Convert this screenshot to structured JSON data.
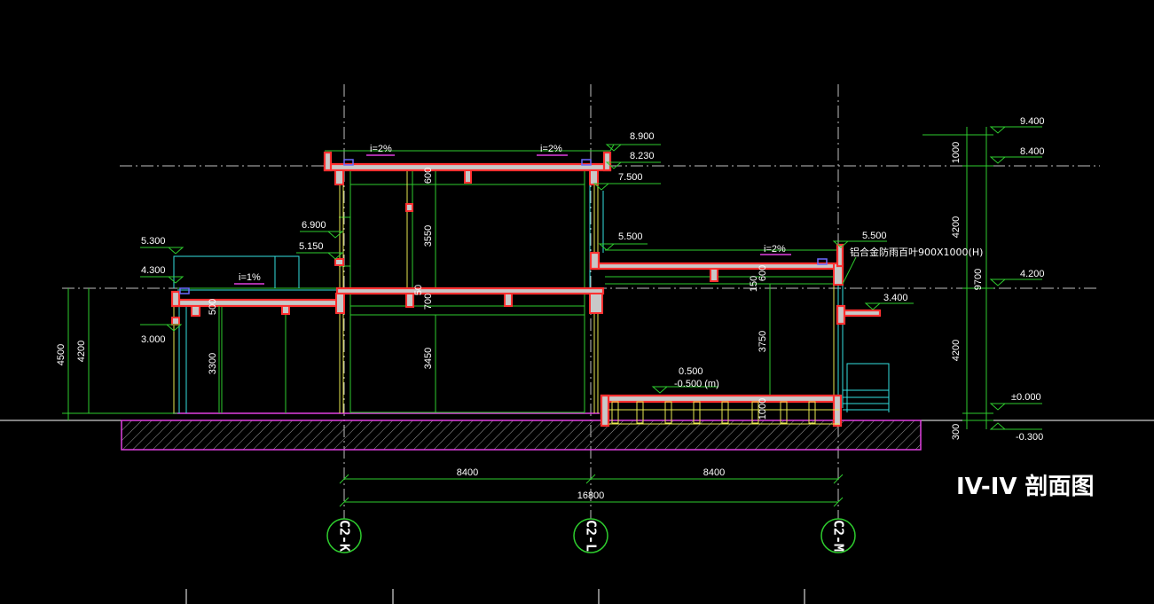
{
  "title": "IV-IV 剖面图",
  "axes": [
    {
      "label": "C2-K"
    },
    {
      "label": "C2-L"
    },
    {
      "label": "C2-M"
    }
  ],
  "note": "铝合金防雨百叶900X1000(H)",
  "elevations": {
    "e8900": "8.900",
    "e8230": "8.230",
    "e7500": "7.500",
    "e6900": "6.900",
    "e5500a": "5.500",
    "e5500b": "5.500",
    "e5300": "5.300",
    "e5150": "5.150",
    "e4300": "4.300",
    "e3000": "3.000",
    "e3400": "3.400",
    "e0500": "0.500",
    "em0500": "-0.500 (m)",
    "e9400": "9.400",
    "e8400": "8.400",
    "e4200": "4.200",
    "e0000": "±0.000",
    "em0300": "-0.300"
  },
  "slopes": {
    "s1": "i=2%",
    "s2": "i=2%",
    "s3": "i=2%",
    "s4": "i=1%"
  },
  "dims": {
    "d8400a": "8400",
    "d8400b": "8400",
    "d16800": "16800",
    "l4500": "4500",
    "l4200": "4200",
    "l3300": "3300",
    "l500": "500",
    "v600a": "600",
    "v3550": "3550",
    "v50": "50",
    "v700": "700",
    "v3450": "3450",
    "v600b": "600",
    "v150": "150",
    "v3750": "3750",
    "v1000": "1000",
    "r1000": "1000",
    "r4200a": "4200",
    "r9700": "9700",
    "r4200b": "4200",
    "r300": "300"
  }
}
